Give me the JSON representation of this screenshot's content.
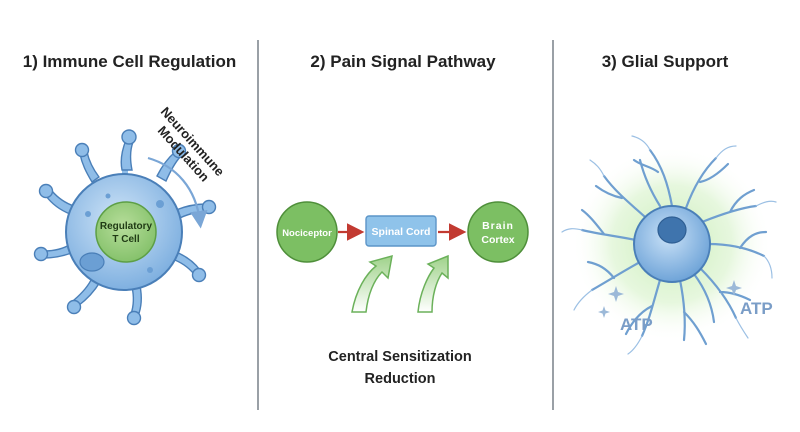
{
  "panels": [
    {
      "title": "1) Immune Cell Regulation",
      "cell_label_line1": "Regulatory",
      "cell_label_line2": "T Cell",
      "arc_label_line1": "Neuroimmune",
      "arc_label_line2": "Modulation"
    },
    {
      "title": "2) Pain Signal Pathway",
      "nodes": [
        "Nociceptor",
        "Spinal Cord",
        "Brain",
        "Cortex"
      ],
      "caption_line1": "Central Sensitization",
      "caption_line2": "Reduction"
    },
    {
      "title": "3) Glial Support",
      "atp_left": "ATP",
      "atp_right": "ATP"
    }
  ],
  "colors": {
    "cell_blue": "#8fbde8",
    "cell_outline": "#4a7fb8",
    "green_node": "#7cbf63",
    "spinal_box": "#8fc3ea",
    "arrow_red": "#c23a31",
    "glow_green": "#b9e6a6"
  }
}
